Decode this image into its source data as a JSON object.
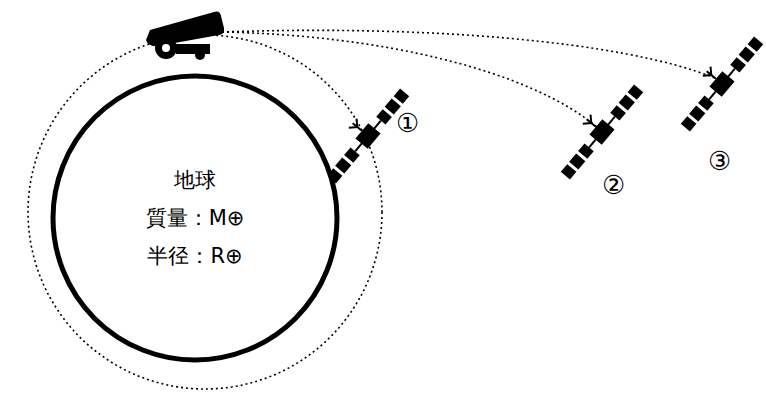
{
  "diagram": {
    "nodes": [
      {
        "text": [
          "地球",
          "質量：M⊕",
          "半径：R⊕"
        ]
      }
    ],
    "labels": [
      "①",
      "②",
      "③"
    ]
  }
}
